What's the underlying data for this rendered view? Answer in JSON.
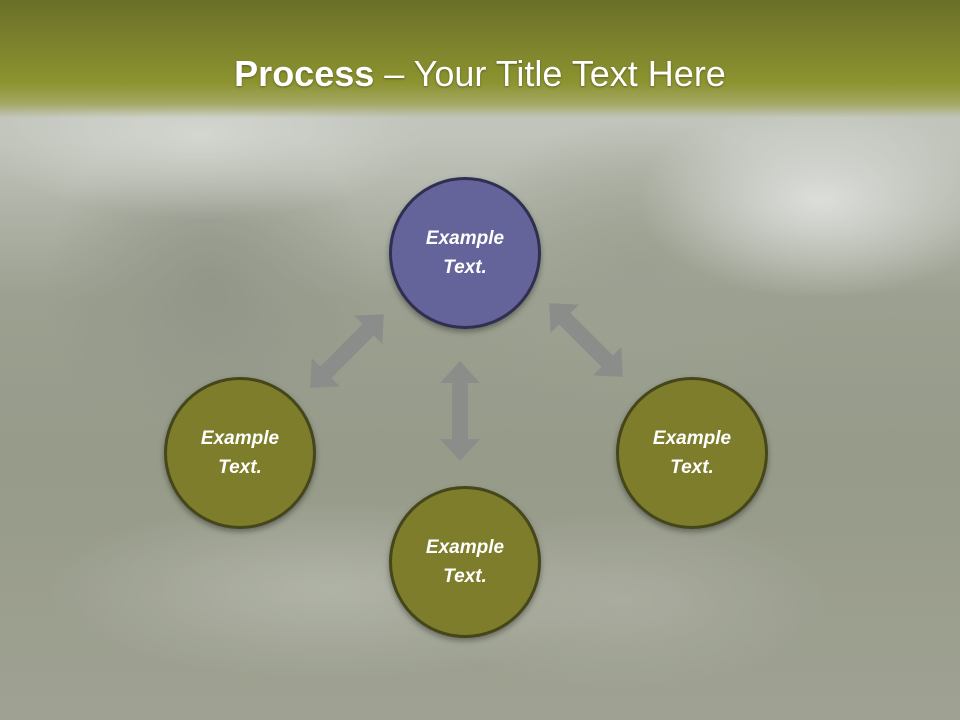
{
  "title": {
    "bold_part": "Process",
    "separator": " – ",
    "rest": "Your Title Text Here"
  },
  "nodes": {
    "top": {
      "line1": "Example",
      "line2": "Text."
    },
    "left": {
      "line1": "Example",
      "line2": "Text."
    },
    "right": {
      "line1": "Example",
      "line2": "Text."
    },
    "bottom": {
      "line1": "Example",
      "line2": "Text."
    }
  },
  "colors": {
    "title_bar": "#8c932f",
    "top_circle": "#65649a",
    "olive_circle": "#7d7d2c",
    "arrow": "#8a8d8a"
  }
}
